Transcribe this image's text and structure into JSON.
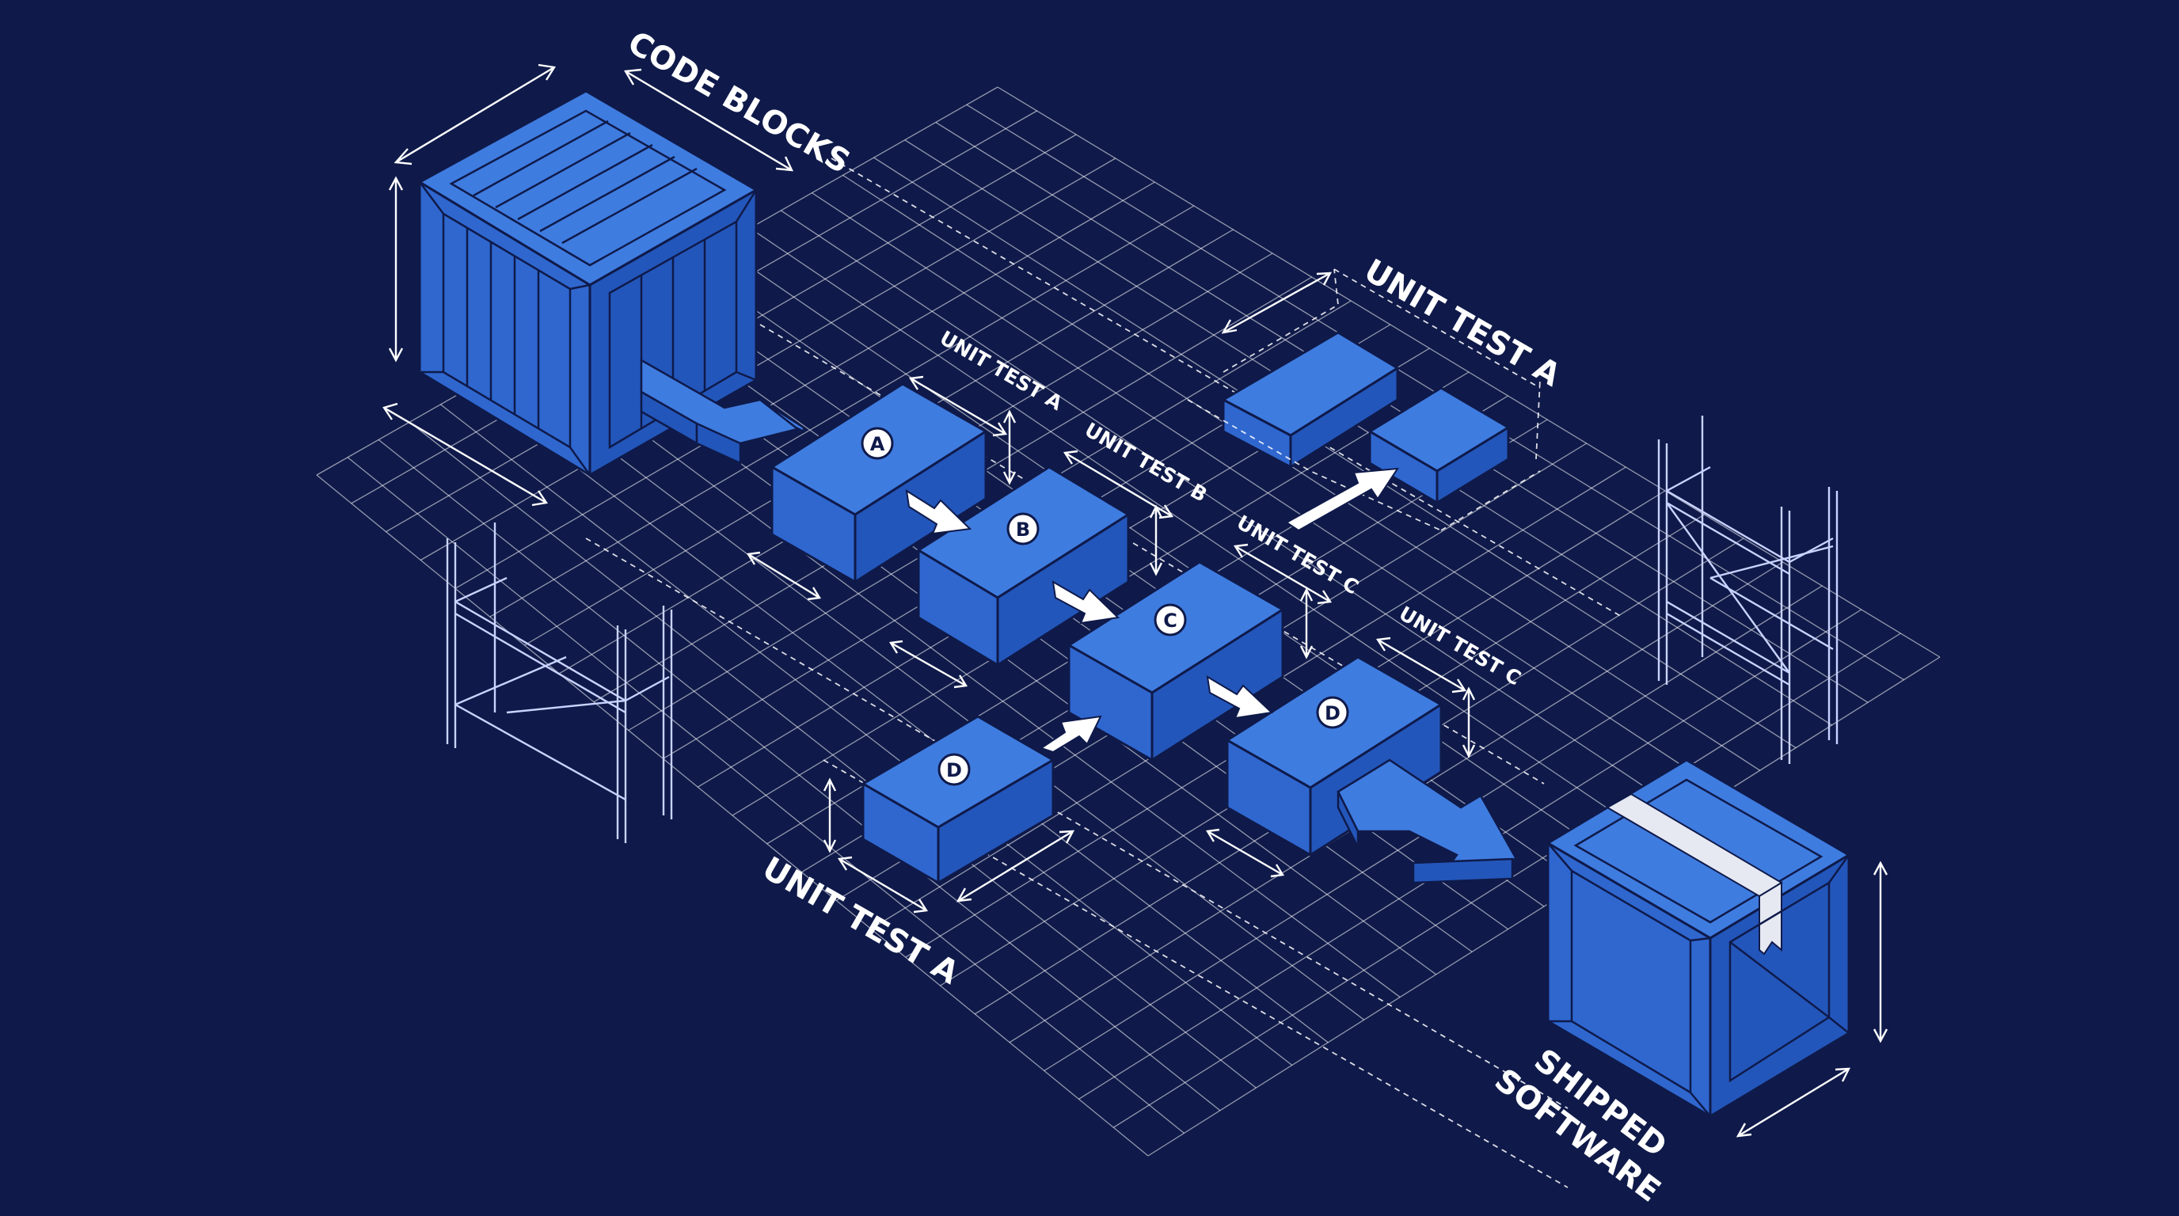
{
  "labels": {
    "code_blocks": "CODE BLOCKS",
    "unit_test_a_top": "UNIT TEST A",
    "unit_test_a_small": "UNIT TEST A",
    "unit_test_b": "UNIT TEST B",
    "unit_test_c_1": "UNIT TEST C",
    "unit_test_c_2": "UNIT TEST C",
    "unit_test_a_bottom": "UNIT TEST A",
    "shipped_line1": "SHIPPED",
    "shipped_line2": "SOFTWARE"
  },
  "modules": {
    "a": "A",
    "b": "B",
    "c": "C",
    "d_main": "D",
    "d_side": "D"
  },
  "colors": {
    "background": "#0f1a4a",
    "box_top": "#3f7ce0",
    "box_left": "#2f67cf",
    "box_right": "#2356ba",
    "line": "#ffffff"
  }
}
